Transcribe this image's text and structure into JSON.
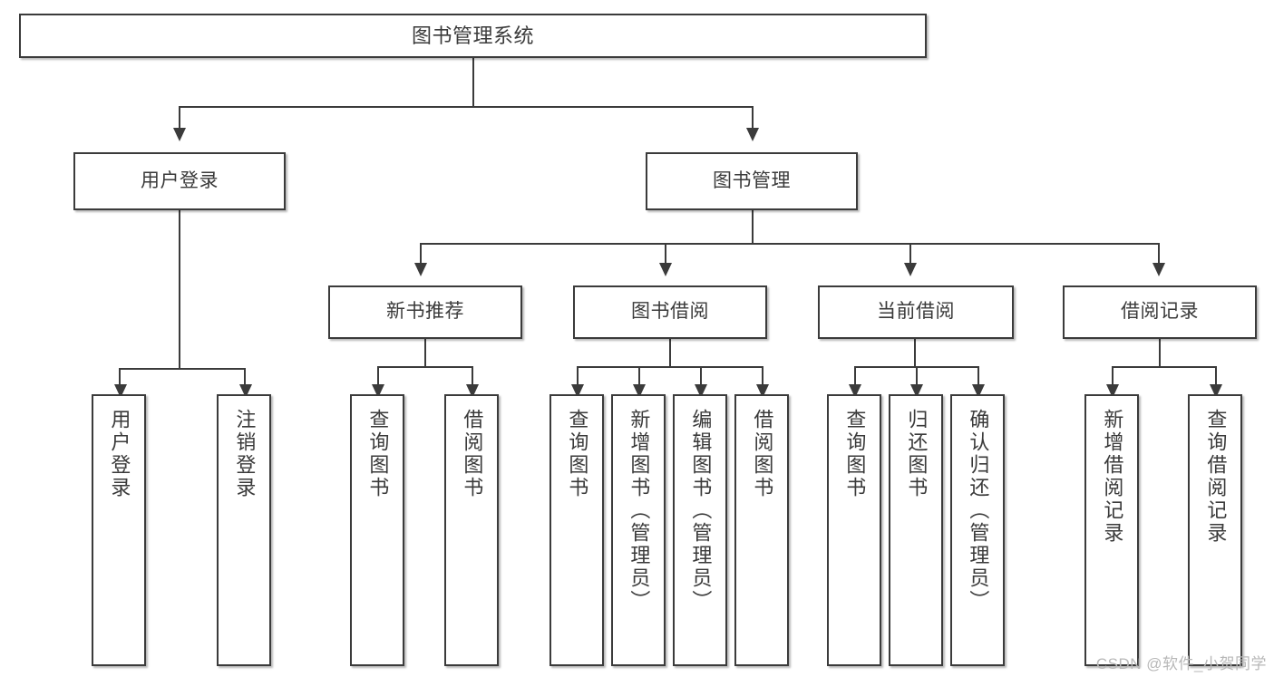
{
  "diagram": {
    "type": "tree",
    "title": "图书管理系统",
    "watermark": "CSDN @软件_小贺同学",
    "colors": {
      "stroke": "#3b3b3b",
      "fill": "#ffffff",
      "text": "#3a3a3a",
      "watermark": "#b8b8b8"
    },
    "levels": {
      "root": {
        "label": "图书管理系统"
      },
      "level2": [
        {
          "label": "用户登录"
        },
        {
          "label": "图书管理"
        }
      ],
      "level3": [
        {
          "label": "新书推荐"
        },
        {
          "label": "图书借阅"
        },
        {
          "label": "当前借阅"
        },
        {
          "label": "借阅记录"
        }
      ],
      "leaves": {
        "user_login": [
          {
            "label": "用户登录"
          },
          {
            "label": "注销登录"
          }
        ],
        "new_book": [
          {
            "label": "查询图书"
          },
          {
            "label": "借阅图书"
          }
        ],
        "book_borrow": [
          {
            "label": "查询图书"
          },
          {
            "label": "新增图书（管理员）"
          },
          {
            "label": "编辑图书（管理员）"
          },
          {
            "label": "借阅图书"
          }
        ],
        "current_borrow": [
          {
            "label": "查询图书"
          },
          {
            "label": "归还图书"
          },
          {
            "label": "确认归还（管理员）"
          }
        ],
        "borrow_record": [
          {
            "label": "新增借阅记录"
          },
          {
            "label": "查询借阅记录"
          }
        ]
      }
    }
  }
}
